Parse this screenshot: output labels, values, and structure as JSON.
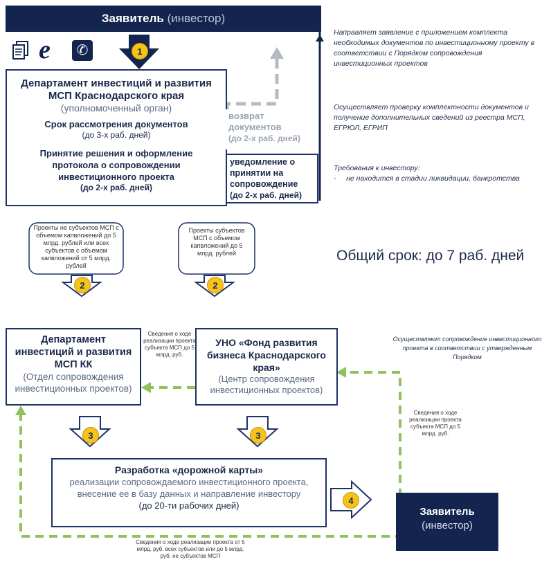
{
  "applicant_top": {
    "bold": "Заявитель",
    "light": "(инвестор)"
  },
  "icons": [
    "document-icon",
    "ie-browser-icon",
    "phone-icon"
  ],
  "steps": [
    "1",
    "2",
    "2",
    "3",
    "3",
    "4"
  ],
  "department_box": {
    "title": "Департамент инвестиций и развития МСП Краснодарского края",
    "subtitle": "(уполномоченный орган)",
    "review_label": "Срок рассмотрения документов",
    "review_term": "(до 3-х раб. дней)",
    "decision_label": "Принятие решения и оформление протокола о сопровождении инвестиционного проекта",
    "decision_term": "(до 2-х раб. дней)"
  },
  "return_box": {
    "label": "возврат документов",
    "term": "(до 2-х раб. дней)"
  },
  "notify_box": {
    "label": "уведомление о принятии на сопровождение",
    "term": "(до 2-х раб. дней)"
  },
  "right_notes": {
    "note1": "Направляет заявление с приложением комплекта необходимых документов по инвестиционному проекту в соответствии с Порядком сопровождения инвестиционных проектов",
    "note2": "Осуществляет проверку комплектности документов и получение дополнительных сведений из реестра МСП, ЕГРЮЛ, ЕГРИП",
    "note3_title": "Требования к инвестору:",
    "note3_item": "не находится в стадии ликвидации, банкротства"
  },
  "total_term": "Общий срок: до 7 раб. дней",
  "projects_left": "Проекты не субъектов МСП с объемом капвложений до 5 млрд. рублей или всех субъектов с объемом капвложений от 5 млрд. рублей",
  "projects_right": "Проекты субъектов МСП с объемом капвложений до 5 млрд. рублей",
  "dept_kk_box": {
    "title": "Департамент инвестиций и развития МСП КК",
    "subtitle": "(Отдел сопровождения инвестиционных проектов)"
  },
  "info_middle": "Сведения о ходе реализации проекта субъекта МСП до 5 млрд. руб.",
  "uno_box": {
    "title": "УНО «Фонд развития бизнеса Краснодарского края»",
    "subtitle": "(Центр сопровождения инвестиционных проектов)"
  },
  "note_support": "Осуществляют сопровождение инвестиционного проекта в соответствии с утвержденным Порядком",
  "info_right": "Сведения о ходе реализации проекта субъекта МСП до 5 млрд. руб.",
  "roadmap_box": {
    "title": "Разработка «дорожной карты»",
    "body": "реализации сопровождаемого инвестиционного проекта, внесение ее в базу данных и направление инвестору",
    "term": "(до 20-ти рабочих дней)"
  },
  "applicant_bottom": {
    "title": "Заявитель",
    "subtitle": "(инвестор)"
  },
  "info_bottom": "Сведения о ходе реализации проекта от 5 млрд. руб. всех субъектов или до 5 млрд. руб. не субъектов МСП",
  "colors": {
    "navy": "#13244f",
    "yellow": "#f6c21c",
    "green": "#8fc25a",
    "gray": "#b5bac4"
  }
}
